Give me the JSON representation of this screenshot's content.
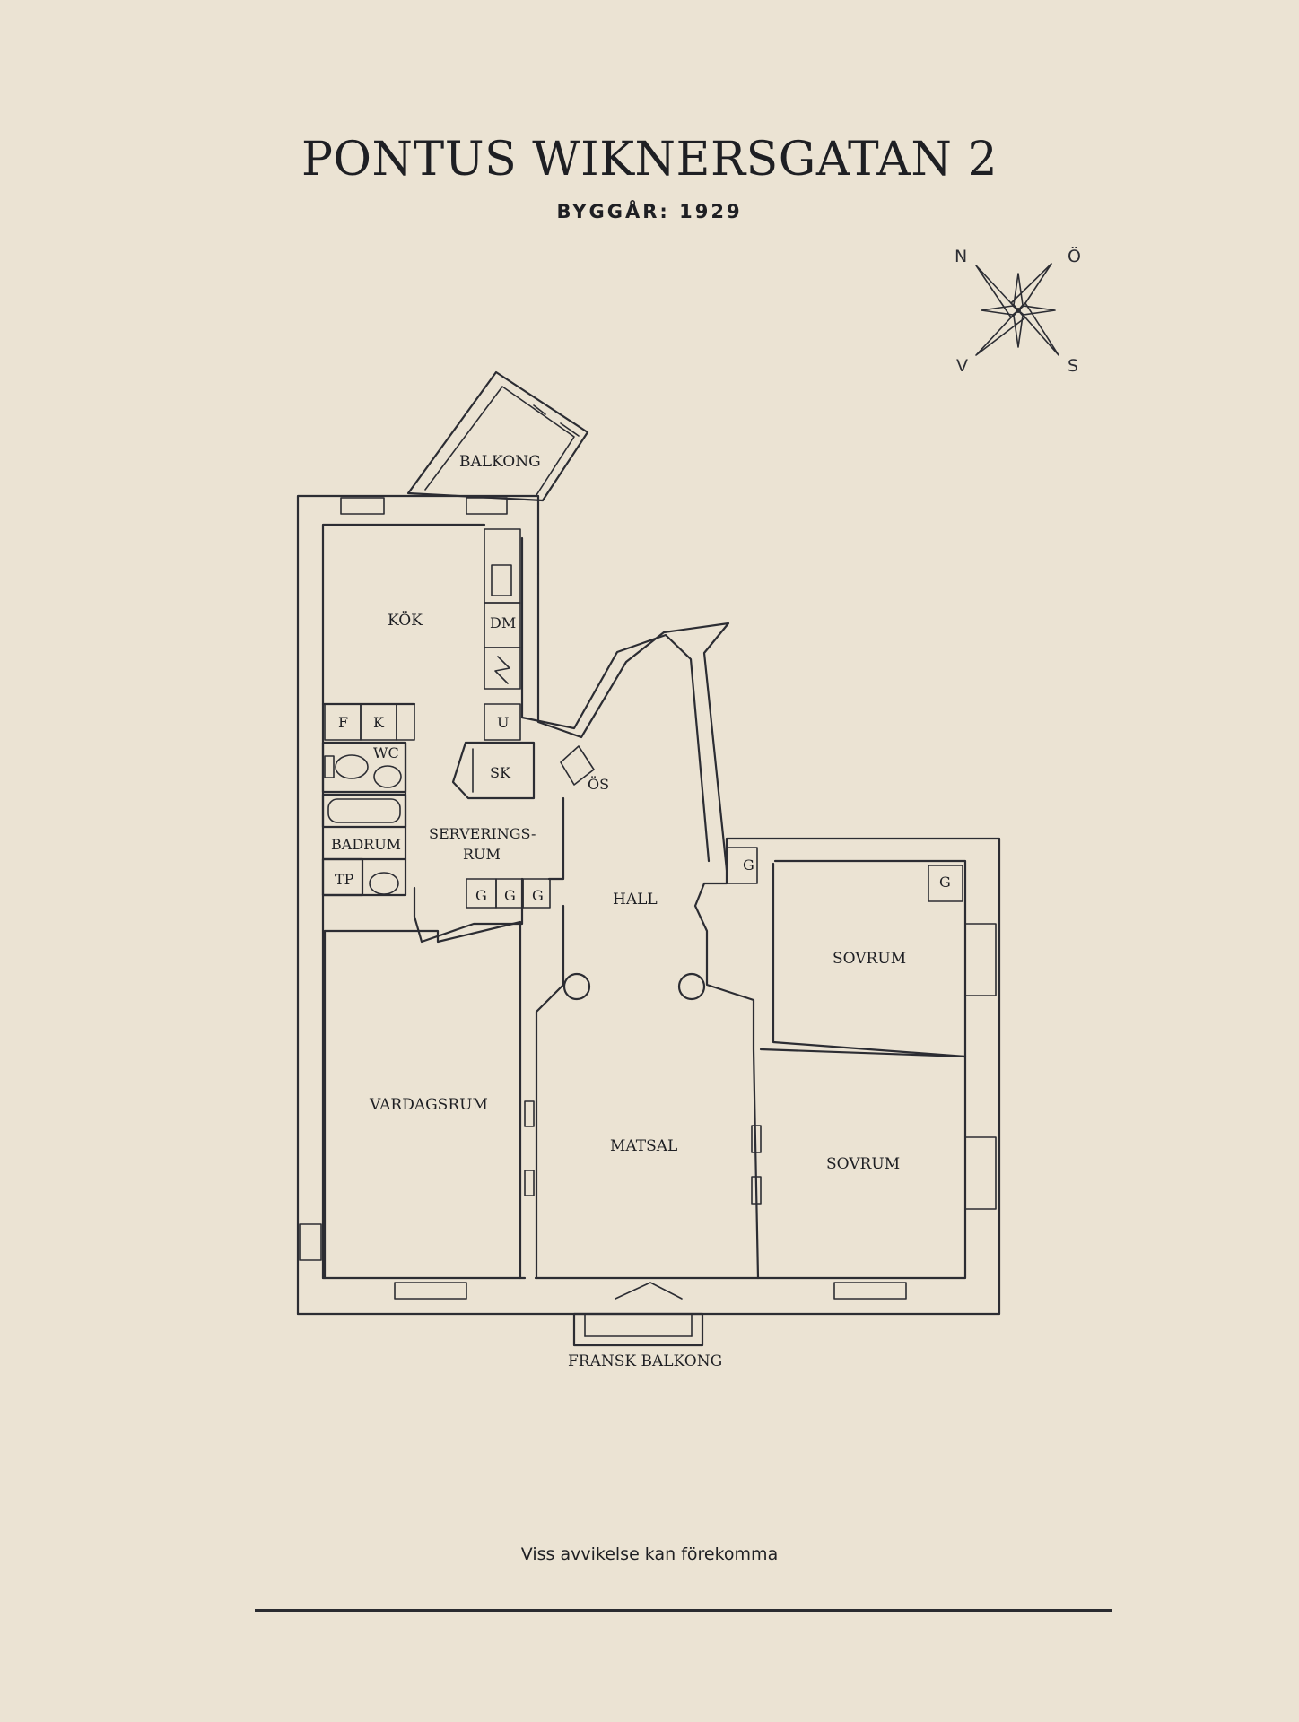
{
  "header": {
    "title": "PONTUS WIKNERSGATAN 2",
    "subtitle": "BYGGÅR: 1929"
  },
  "compass": {
    "n": "N",
    "e": "Ö",
    "w": "V",
    "s": "S"
  },
  "rooms": {
    "balkong": "BALKONG",
    "kok": "KÖK",
    "dm": "DM",
    "u": "U",
    "f": "F",
    "k": "K",
    "wc": "WC",
    "sk": "SK",
    "os": "ÖS",
    "badrum": "BADRUM",
    "serverings_1": "SERVERINGS-",
    "serverings_2": "RUM",
    "tp": "TP",
    "g1": "G",
    "g2": "G",
    "g3": "G",
    "g4": "G",
    "g5": "G",
    "hall": "HALL",
    "sovrum_1": "SOVRUM",
    "sovrum_2": "SOVRUM",
    "vardagsrum": "VARDAGSRUM",
    "matsal": "MATSAL",
    "fransk_balkong": "FRANSK BALKONG"
  },
  "footer": {
    "note": "Viss avvikelse kan förekomma"
  }
}
